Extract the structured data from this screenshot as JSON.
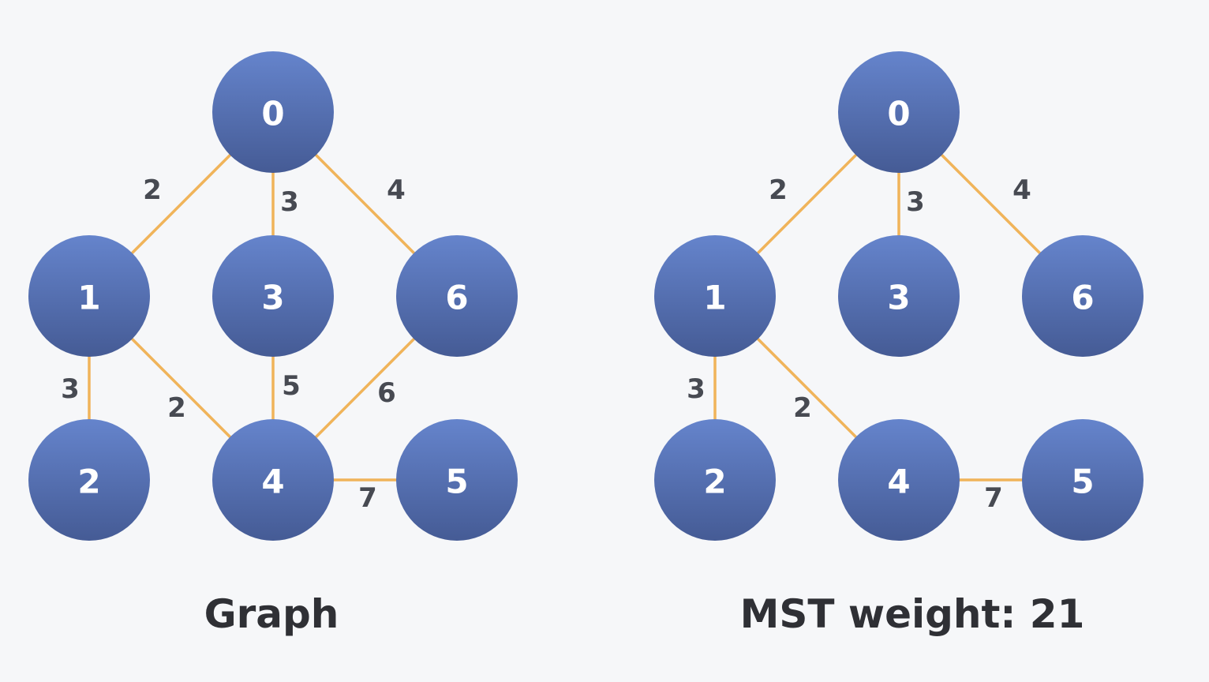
{
  "colors": {
    "background": "#f6f7f9",
    "node_fill_top": "#6584cc",
    "node_fill_bottom": "#455b95",
    "node_text": "#ffffff",
    "edge": "#f0b45a",
    "weight_text": "#474a52",
    "caption_text": "#2f3035"
  },
  "panels": [
    {
      "id": "graph",
      "caption": "Graph",
      "nodes": [
        "0",
        "1",
        "2",
        "3",
        "4",
        "5",
        "6"
      ],
      "edges": [
        {
          "from": "0",
          "to": "1",
          "weight": "2"
        },
        {
          "from": "0",
          "to": "3",
          "weight": "3"
        },
        {
          "from": "0",
          "to": "6",
          "weight": "4"
        },
        {
          "from": "1",
          "to": "2",
          "weight": "3"
        },
        {
          "from": "1",
          "to": "4",
          "weight": "2"
        },
        {
          "from": "3",
          "to": "4",
          "weight": "5"
        },
        {
          "from": "6",
          "to": "4",
          "weight": "6"
        },
        {
          "from": "4",
          "to": "5",
          "weight": "7"
        }
      ]
    },
    {
      "id": "mst",
      "caption": "MST weight: 21",
      "nodes": [
        "0",
        "1",
        "2",
        "3",
        "4",
        "5",
        "6"
      ],
      "edges": [
        {
          "from": "0",
          "to": "1",
          "weight": "2"
        },
        {
          "from": "0",
          "to": "3",
          "weight": "3"
        },
        {
          "from": "0",
          "to": "6",
          "weight": "4"
        },
        {
          "from": "1",
          "to": "2",
          "weight": "3"
        },
        {
          "from": "1",
          "to": "4",
          "weight": "2"
        },
        {
          "from": "4",
          "to": "5",
          "weight": "7"
        }
      ]
    }
  ]
}
